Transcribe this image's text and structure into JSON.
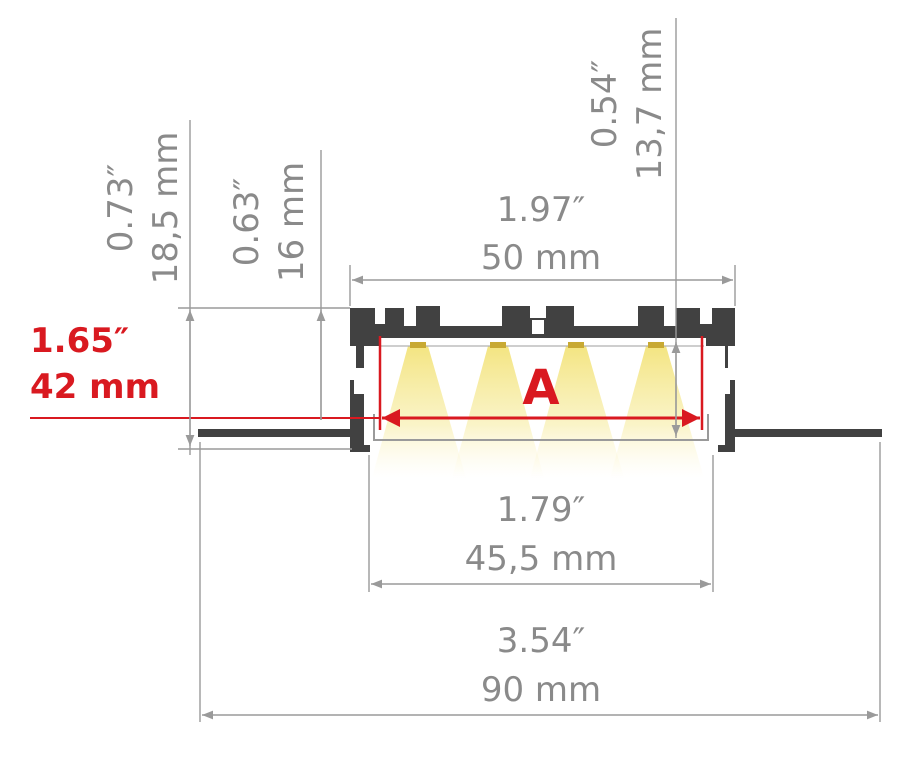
{
  "colors": {
    "profile": "#414141",
    "dimension": "#8a8a8a",
    "accent": "#d91920",
    "light": "#f8f0a8"
  },
  "dimensions": {
    "total_height": {
      "inch": "0.73″",
      "mm": "18,5 mm"
    },
    "profile_height": {
      "inch": "0.63″",
      "mm": "16 mm"
    },
    "led_depth": {
      "inch": "0.54″",
      "mm": "13,7 mm"
    },
    "profile_width": {
      "inch": "1.97″",
      "mm": "50 mm"
    },
    "diffuser_width": {
      "inch": "1.79″",
      "mm": "45,5 mm"
    },
    "flange_width": {
      "inch": "3.54″",
      "mm": "90 mm"
    },
    "inner_width": {
      "inch": "1.65″",
      "mm": "42 mm"
    }
  },
  "inner_label": "A"
}
